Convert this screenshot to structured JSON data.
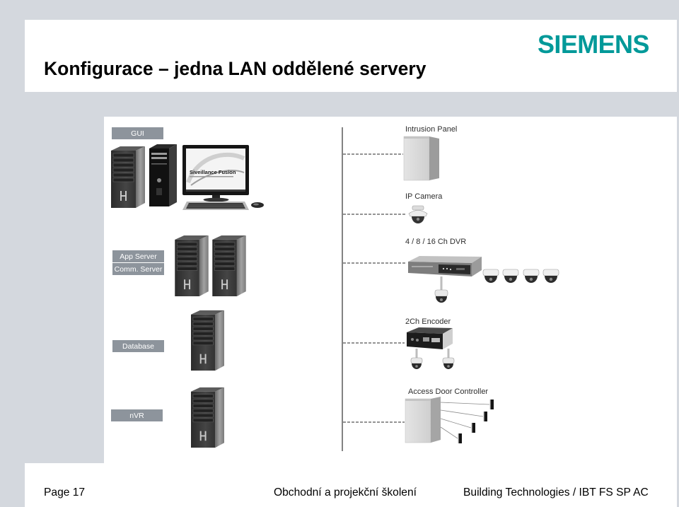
{
  "slide": {
    "title": "Konfigurace – jedna LAN oddělené servery",
    "logo_text": "SIEMENS",
    "accent_color": "#009999",
    "background_color": "#d4d8de"
  },
  "diagram": {
    "label_box_color": "#8d949c",
    "servers": {
      "gui": {
        "label": "GUI",
        "icon": "workstation-icon"
      },
      "app_server": {
        "label": "App Server",
        "icon": "tower-server-icon"
      },
      "comm_server": {
        "label": "Comm. Server",
        "icon": "tower-server-icon"
      },
      "database": {
        "label": "Database",
        "icon": "tower-server-icon"
      },
      "nvr": {
        "label": "nVR",
        "icon": "tower-server-icon"
      }
    },
    "gui_screen_text": "Siveillance Fusion",
    "devices": [
      {
        "label": "Intrusion Panel",
        "icon": "intrusion-panel-icon"
      },
      {
        "label": "IP Camera",
        "icon": "dome-camera-icon"
      },
      {
        "label": "4 / 8 / 16 Ch DVR",
        "icon": "dvr-icon"
      },
      {
        "label": "2Ch Encoder",
        "icon": "encoder-icon"
      },
      {
        "label": "Access Door Controller",
        "icon": "door-controller-icon"
      }
    ]
  },
  "footer": {
    "page": "Page 17",
    "course": "Obchodní a projekční školení",
    "division": "Building Technologies / IBT FS SP AC"
  }
}
